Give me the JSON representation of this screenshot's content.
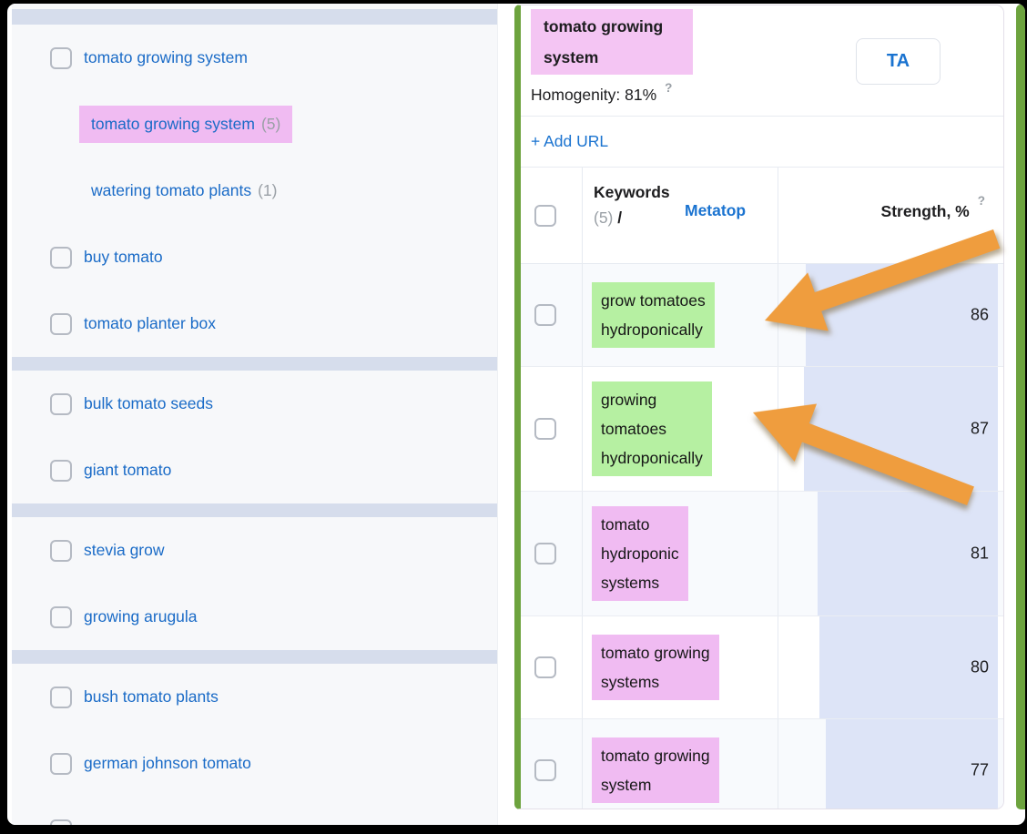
{
  "sidebar": {
    "items": [
      {
        "kind": "keyword",
        "label": "tomato growing system",
        "checkbox": true
      },
      {
        "kind": "group",
        "label": "tomato growing system",
        "count": "(5)",
        "highlighted": true
      },
      {
        "kind": "group",
        "label": "watering tomato plants",
        "count": "(1)",
        "highlighted": false
      },
      {
        "kind": "keyword",
        "label": "buy tomato",
        "checkbox": true
      },
      {
        "kind": "keyword",
        "label": "tomato planter box",
        "checkbox": true
      },
      {
        "kind": "divider"
      },
      {
        "kind": "keyword",
        "label": "bulk tomato seeds",
        "checkbox": true
      },
      {
        "kind": "keyword",
        "label": "giant tomato",
        "checkbox": true
      },
      {
        "kind": "divider"
      },
      {
        "kind": "keyword",
        "label": "stevia grow",
        "checkbox": true
      },
      {
        "kind": "keyword",
        "label": "growing arugula",
        "checkbox": true
      },
      {
        "kind": "divider"
      },
      {
        "kind": "keyword",
        "label": "bush tomato plants",
        "checkbox": true
      },
      {
        "kind": "keyword",
        "label": "german johnson tomato",
        "checkbox": true
      },
      {
        "kind": "keyword",
        "label": "",
        "checkbox": true,
        "partial": true
      }
    ]
  },
  "panel": {
    "title": "tomato growing system",
    "homogenity_label": "Homogenity: 81%",
    "homogenity_value": "81%",
    "help_icon": "?",
    "ta_button": "TA",
    "add_url": "+ Add URL",
    "table": {
      "header": {
        "keywords": "Keywords",
        "count": "(5)",
        "separator": "/",
        "metatop": "Metatop",
        "strength": "Strength, %",
        "help_icon": "?"
      },
      "rows": [
        {
          "keyword": "grow tomatoes hydroponically",
          "lines": [
            "grow tomatoes",
            "hydroponically"
          ],
          "highlight": "green",
          "strength": 86
        },
        {
          "keyword": "growing tomatoes hydroponically",
          "lines": [
            "growing",
            "tomatoes",
            "hydroponically"
          ],
          "highlight": "green",
          "strength": 87
        },
        {
          "keyword": "tomato hydroponic systems",
          "lines": [
            "tomato",
            "hydroponic",
            "systems"
          ],
          "highlight": "pink",
          "strength": 81
        },
        {
          "keyword": "tomato growing systems",
          "lines": [
            "tomato growing",
            "systems"
          ],
          "highlight": "pink",
          "strength": 80
        },
        {
          "keyword": "tomato growing system",
          "lines": [
            "tomato growing",
            "system"
          ],
          "highlight": "pink",
          "strength": 77
        }
      ]
    }
  },
  "annotations": {
    "arrows": [
      {
        "points_to": "grow tomatoes hydroponically",
        "direction": "down-left"
      },
      {
        "points_to": "growing tomatoes hydroponically",
        "direction": "up-left"
      }
    ]
  },
  "colors": {
    "green_accent": "#6da33e",
    "green_highlight": "#b6f0a2",
    "pink_highlight": "#f0bbf2",
    "pink_title": "#f4c5f3",
    "bar_blue": "#dde4f7",
    "link_blue": "#1a73d0",
    "arrow_orange": "#ef9d3e"
  }
}
